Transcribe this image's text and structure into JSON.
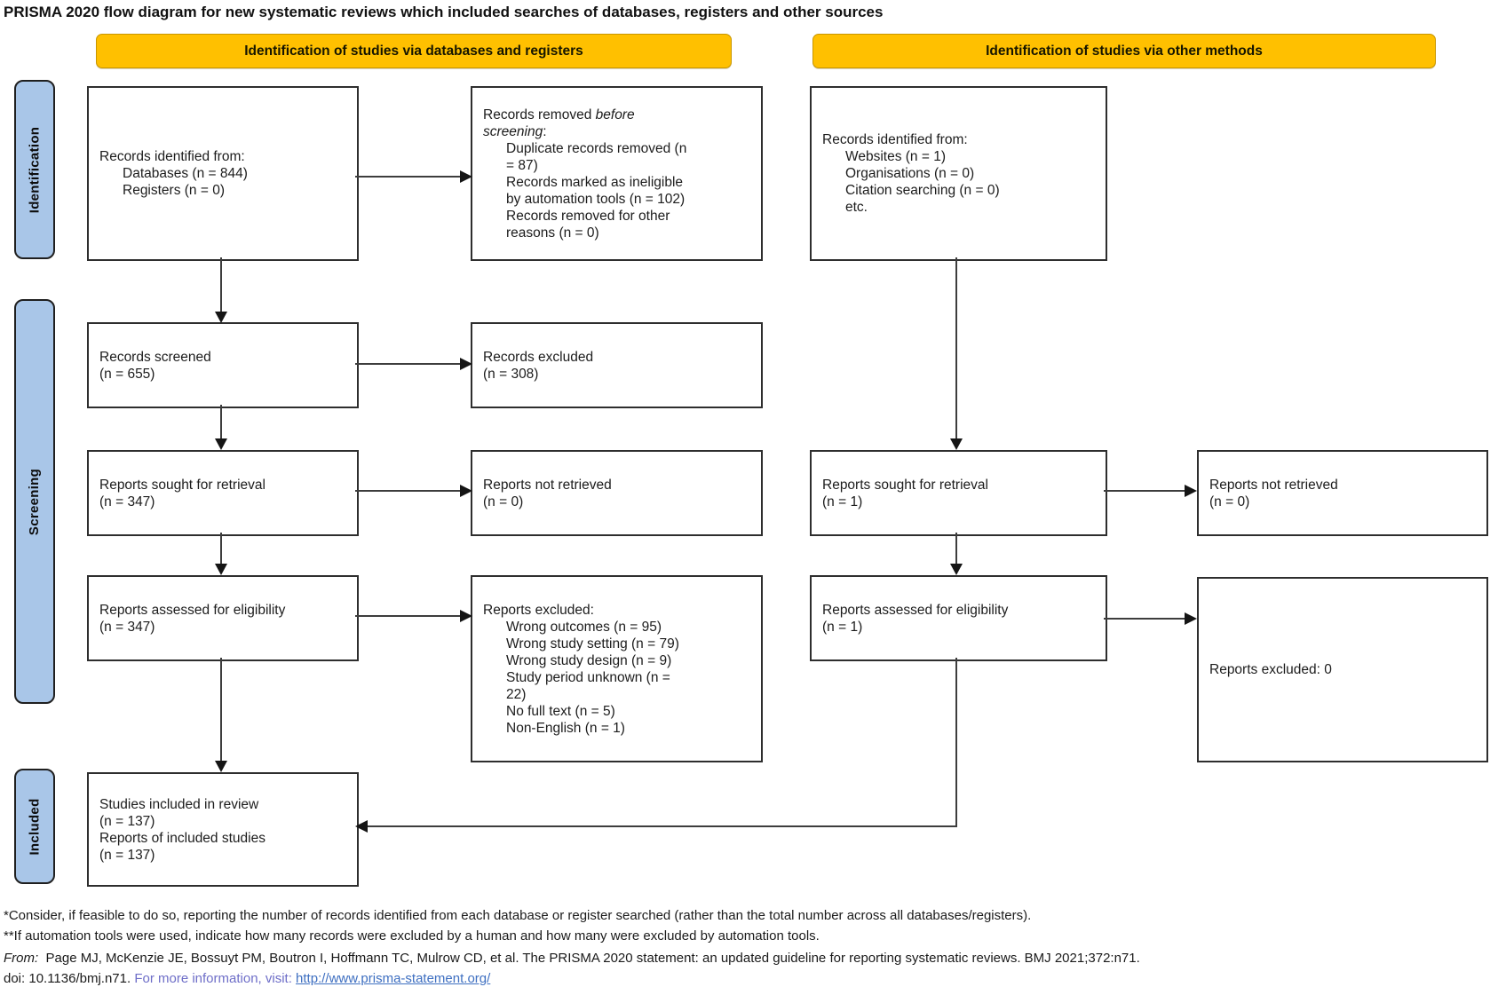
{
  "title": "PRISMA 2020 flow diagram for new systematic reviews which included searches of databases, registers and other sources",
  "banners": {
    "databases": "Identification of studies via databases and registers",
    "other": "Identification of studies via other methods"
  },
  "stages": {
    "identification": "Identification",
    "screening": "Screening",
    "included": "Included"
  },
  "colors": {
    "banner_bg": "#FFC000",
    "stage_bg": "#A9C6E8",
    "box_border": "#2e2e2e",
    "arrow": "#3d3d3d",
    "info_text": "#6E6EC8",
    "link": "#3E6FC1"
  },
  "nodes": {
    "records_identified_db": {
      "lines": [
        {
          "ind": 0,
          "runs": [
            {
              "t": "Records identified from:"
            }
          ]
        },
        {
          "ind": 1,
          "runs": [
            {
              "t": "Databases (n = 844)"
            }
          ]
        },
        {
          "ind": 1,
          "runs": [
            {
              "t": "Registers (n = 0)"
            }
          ]
        }
      ]
    },
    "records_removed": {
      "lines": [
        {
          "ind": 0,
          "runs": [
            {
              "t": "Records removed "
            },
            {
              "t": "before",
              "i": true
            }
          ]
        },
        {
          "ind": 0,
          "runs": [
            {
              "t": "screening",
              "i": true
            },
            {
              "t": ":"
            }
          ]
        },
        {
          "ind": 1,
          "runs": [
            {
              "t": "Duplicate records removed (n"
            }
          ]
        },
        {
          "ind": 1,
          "runs": [
            {
              "t": "= 87)"
            }
          ]
        },
        {
          "ind": 1,
          "runs": [
            {
              "t": "Records marked as ineligible"
            }
          ]
        },
        {
          "ind": 1,
          "runs": [
            {
              "t": "by automation tools (n = 102)"
            }
          ]
        },
        {
          "ind": 1,
          "runs": [
            {
              "t": "Records removed for other"
            }
          ]
        },
        {
          "ind": 1,
          "runs": [
            {
              "t": "reasons (n = 0)"
            }
          ]
        }
      ]
    },
    "records_identified_other": {
      "lines": [
        {
          "ind": 0,
          "runs": [
            {
              "t": "Records identified from:"
            }
          ]
        },
        {
          "ind": 1,
          "runs": [
            {
              "t": "Websites (n = 1)"
            }
          ]
        },
        {
          "ind": 1,
          "runs": [
            {
              "t": "Organisations (n = 0)"
            }
          ]
        },
        {
          "ind": 1,
          "runs": [
            {
              "t": "Citation searching (n = 0)"
            }
          ]
        },
        {
          "ind": 1,
          "runs": [
            {
              "t": "etc."
            }
          ]
        }
      ]
    },
    "records_screened": {
      "lines": [
        {
          "ind": 0,
          "runs": [
            {
              "t": "Records screened"
            }
          ]
        },
        {
          "ind": 0,
          "runs": [
            {
              "t": "(n = 655)"
            }
          ]
        }
      ]
    },
    "records_excluded": {
      "lines": [
        {
          "ind": 0,
          "runs": [
            {
              "t": "Records excluded"
            }
          ]
        },
        {
          "ind": 0,
          "runs": [
            {
              "t": "(n = 308)"
            }
          ]
        }
      ]
    },
    "reports_sought_db": {
      "lines": [
        {
          "ind": 0,
          "runs": [
            {
              "t": "Reports sought for retrieval"
            }
          ]
        },
        {
          "ind": 0,
          "runs": [
            {
              "t": "(n = 347)"
            }
          ]
        }
      ]
    },
    "reports_not_retrieved_db": {
      "lines": [
        {
          "ind": 0,
          "runs": [
            {
              "t": "Reports not retrieved"
            }
          ]
        },
        {
          "ind": 0,
          "runs": [
            {
              "t": "(n = 0)"
            }
          ]
        }
      ]
    },
    "reports_sought_other": {
      "lines": [
        {
          "ind": 0,
          "runs": [
            {
              "t": "Reports sought for retrieval"
            }
          ]
        },
        {
          "ind": 0,
          "runs": [
            {
              "t": "(n = 1)"
            }
          ]
        }
      ]
    },
    "reports_not_retrieved_other": {
      "lines": [
        {
          "ind": 0,
          "runs": [
            {
              "t": "Reports not retrieved"
            }
          ]
        },
        {
          "ind": 0,
          "runs": [
            {
              "t": "(n = 0)"
            }
          ]
        }
      ]
    },
    "reports_assessed_db": {
      "lines": [
        {
          "ind": 0,
          "runs": [
            {
              "t": "Reports assessed for eligibility"
            }
          ]
        },
        {
          "ind": 0,
          "runs": [
            {
              "t": "(n = 347)"
            }
          ]
        }
      ]
    },
    "reports_excluded_reasons": {
      "lines": [
        {
          "ind": 0,
          "runs": [
            {
              "t": "Reports excluded:"
            }
          ]
        },
        {
          "ind": 1,
          "runs": [
            {
              "t": "Wrong outcomes (n = 95)"
            }
          ]
        },
        {
          "ind": 1,
          "runs": [
            {
              "t": "Wrong study setting (n = 79)"
            }
          ]
        },
        {
          "ind": 1,
          "runs": [
            {
              "t": "Wrong study design (n = 9)"
            }
          ]
        },
        {
          "ind": 1,
          "runs": [
            {
              "t": "Study period unknown (n ="
            }
          ]
        },
        {
          "ind": 1,
          "runs": [
            {
              "t": "22)"
            }
          ]
        },
        {
          "ind": 1,
          "runs": [
            {
              "t": "No full text (n = 5)"
            }
          ]
        },
        {
          "ind": 1,
          "runs": [
            {
              "t": "Non-English (n = 1)"
            }
          ]
        }
      ]
    },
    "reports_assessed_other": {
      "lines": [
        {
          "ind": 0,
          "runs": [
            {
              "t": "Reports assessed for eligibility"
            }
          ]
        },
        {
          "ind": 0,
          "runs": [
            {
              "t": "(n = 1)"
            }
          ]
        }
      ]
    },
    "reports_excluded_other": {
      "lines": [
        {
          "ind": 0,
          "runs": [
            {
              "t": "Reports excluded: 0"
            }
          ]
        }
      ]
    },
    "included_studies": {
      "lines": [
        {
          "ind": 0,
          "runs": [
            {
              "t": "Studies included in review"
            }
          ]
        },
        {
          "ind": 0,
          "runs": [
            {
              "t": "(n = 137)"
            }
          ]
        },
        {
          "ind": 0,
          "runs": [
            {
              "t": "Reports of included studies"
            }
          ]
        },
        {
          "ind": 0,
          "runs": [
            {
              "t": "(n = 137)"
            }
          ]
        }
      ]
    }
  },
  "footnotes": {
    "note1": "*Consider, if feasible to do so, reporting the number of records identified from each database or register searched (rather than the total number across all databases/registers).",
    "note2": "**If automation tools were used, indicate how many records were excluded by a human and how many were excluded by automation tools."
  },
  "citation": {
    "from_label": "From:",
    "line1": "  Page MJ, McKenzie JE, Bossuyt PM, Boutron I, Hoffmann TC, Mulrow CD, et al. The PRISMA 2020 statement: an updated guideline for reporting systematic reviews. BMJ 2021;372:n71.",
    "line2": "doi: 10.1136/bmj.n71. ",
    "info": "For more information, visit: ",
    "url": "http://www.prisma-statement.org/"
  }
}
